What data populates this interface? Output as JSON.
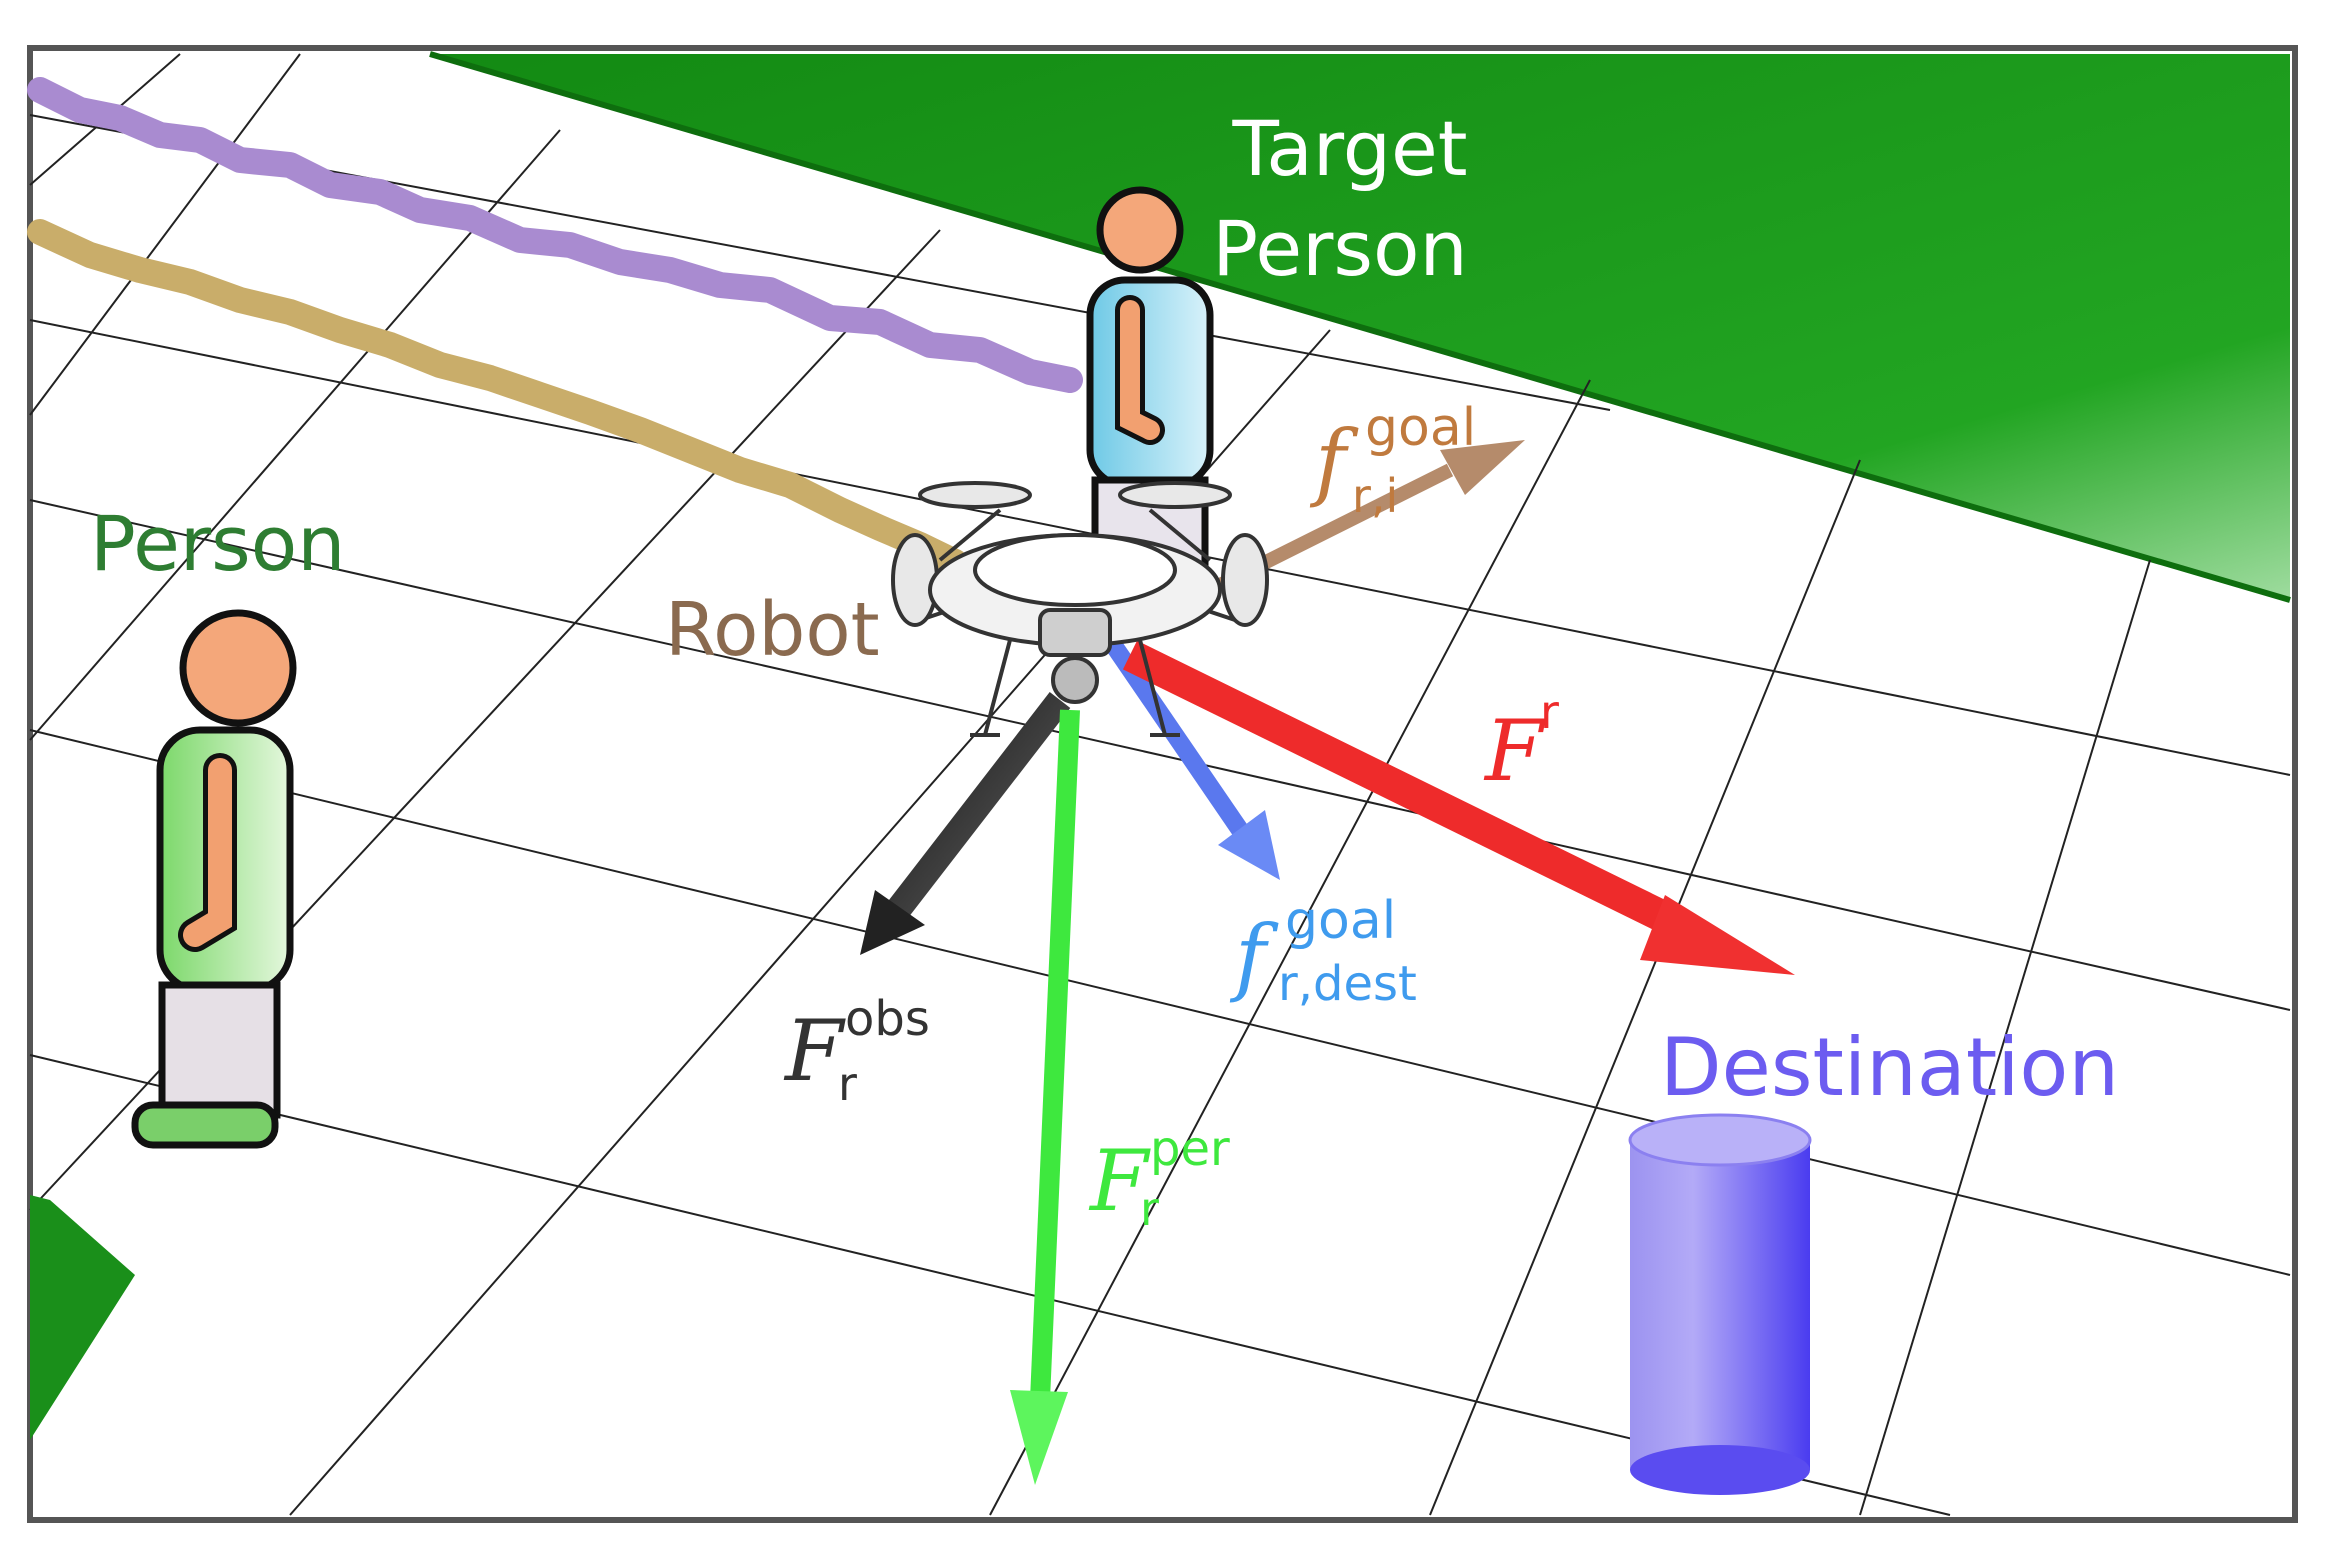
{
  "labels": {
    "target_line1": "Target",
    "target_line2": "Person",
    "person": "Person",
    "robot": "Robot",
    "destination": "Destination"
  },
  "forces": {
    "f_goal_ri": {
      "symbol": "f",
      "sub": "r,i",
      "sup": "goal"
    },
    "F_r": {
      "symbol": "F",
      "sup": "r"
    },
    "f_goal_dest": {
      "symbol": "f",
      "sub": "r,dest",
      "sup": "goal"
    },
    "F_obs": {
      "symbol": "F",
      "sub": "r",
      "sup": "obs"
    },
    "F_per": {
      "symbol": "F",
      "sub": "r",
      "sup": "per"
    }
  },
  "colors": {
    "target_zone": "#1fa01f",
    "person_label": "#2e7d32",
    "robot_label": "#8a6a4f",
    "trail_purple": "#a98bd0",
    "trail_gold": "#c9ad6a",
    "f_goal_ri": "#b58b6b",
    "F_r": "#ee2b2b",
    "f_goal_dest": "#5a78ee",
    "F_obs": "#333333",
    "F_per": "#3ee83e",
    "destination": "#6c5cf0",
    "grid": "#222222"
  }
}
